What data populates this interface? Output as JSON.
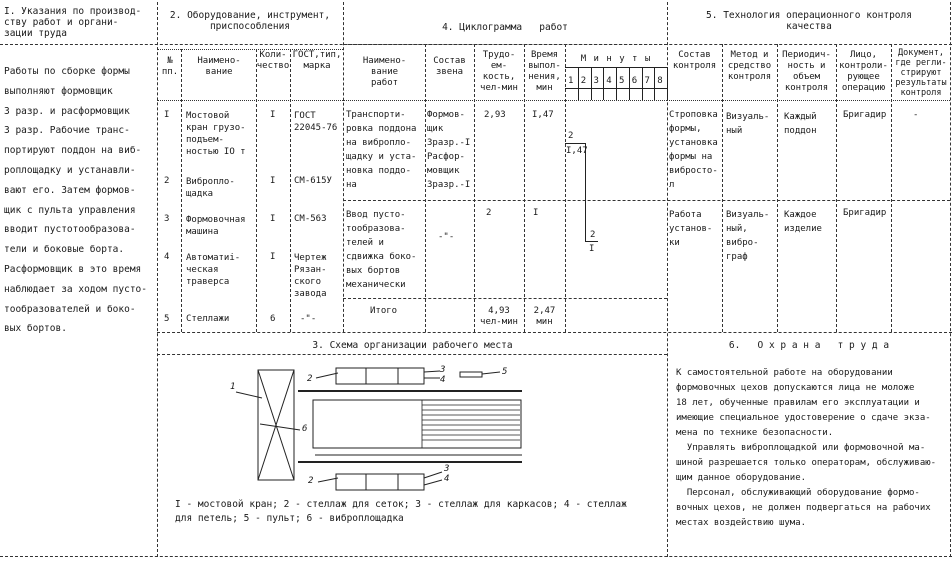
{
  "sec1": {
    "title": "I. Указания по производ-\nству работ и органи-\nзации труда",
    "body": "Работы по сборке формы\nвыполняют формовщик\n3 разр. и расформовщик\n3 разр. Рабочие транс-\nпортируют поддон на виб-\nроплощадку и устанавли-\nвают его. Затем формов-\nщик с пульта управления\nвводит пустотообразова-\nтели и боковые борта.\nРасформовщик в это время\nнаблюдает за ходом пусто-\nтообразователей и боко-\nвых бортов."
  },
  "sec2": {
    "title": "2. Оборудование, инструмент,\nприспособления",
    "headers": [
      "№\nпп.",
      "Наимено-\nвание",
      "Коли-\nчество",
      "ГОСТ,тип,\nмарка"
    ],
    "rows": [
      {
        "n": "I",
        "name": "Мостовой\nкран грузо-\nподъем-\nностью IO т",
        "qty": "I",
        "gost": "ГОСТ\n22045-76"
      },
      {
        "n": "2",
        "name": "Виброплo-\nщадка",
        "qty": "I",
        "gost": "СМ-615У"
      },
      {
        "n": "3",
        "name": "Формовочная\nмашина",
        "qty": "I",
        "gost": "СМ-563"
      },
      {
        "n": "4",
        "name": "Автоматиi-\nческая\nтраверса",
        "qty": "I",
        "gost": "Чертеж\nРязан-\nского\nзавода"
      },
      {
        "n": "5",
        "name": "Стеллажи",
        "qty": "6",
        "gost": "-\"-"
      }
    ]
  },
  "sec4": {
    "title": "4. Циклограмма   работ",
    "headers": [
      "Наимено-\nвание\nработ",
      "Состав\nзвена",
      "Трудо-\nем-\nкость,\nчел-мин",
      "Время\nвыпол-\nнения,\nмин"
    ],
    "minutes_label": "М и н у т ы",
    "minute_ticks": [
      "1",
      "2",
      "3",
      "4",
      "5",
      "6",
      "7",
      "8"
    ],
    "rows": [
      {
        "name": "Транспорти-\nровка поддона\nна вибропло-\nщадку и уста-\nновка поддо-\nна",
        "crew": "Формов-\nщик\n3разр.-I\nРасфор-\nмовщик\n3разр.-I",
        "labor": "2,93",
        "time": "I,47"
      },
      {
        "name": "Ввод пусто-\nтообразова-\nтелей и\nсдвижка боко-\nвых бортов\nмеханически",
        "crew": "-\"-",
        "labor": "2",
        "time": "I"
      }
    ],
    "bar1_top": "2",
    "bar1_bottom": "I,47",
    "bar2_top": "2",
    "bar2_bottom": "I",
    "total_label": "Итого",
    "total_labor": "4,93\nчел-мин",
    "total_time": "2,47\nмин"
  },
  "sec5": {
    "title": "5. Технология операционного контроля\nкачества",
    "headers": [
      "Состав\nконтроля",
      "Метод и\nсредство\nконтроля",
      "Периодич-\nность и\nобъем\nконтроля",
      "Лицо,\nконтроли-\nрующее\nоперацию",
      "Документ,\nгде регли-\nстрируют\nрезультаты\nконтроля"
    ],
    "rows": [
      {
        "comp": "Строповка\nформы,\nустановка\nформы на\nвибросто-\nл",
        "method": "Визуаль-\nный",
        "period": "Каждый\nподдон",
        "person": "Бригадир",
        "doc": "-"
      },
      {
        "comp": "Работа\nустанов-\nки",
        "method": "Визуаль-\nный,\nвибро-\nграф",
        "period": "Каждое\nизделие",
        "person": "Бригадир",
        "doc": ""
      }
    ]
  },
  "sec3": {
    "title": "3. Схема организации рабочего места",
    "labels": [
      "1",
      "2",
      "3",
      "4",
      "5",
      "6",
      "2",
      "3",
      "4"
    ],
    "legend": "I - мостовой кран; 2 - стеллаж для сеток; 3 - стеллаж для каркасов; 4 - стеллаж\nдля петель; 5 - пульт; 6 - виброплощадка"
  },
  "sec6": {
    "title": "6.   О х р а н а   т р у д а",
    "body": "К самостоятельной работе на оборудовании\nформовочных цехов допускаются лица не моложе\n18 лет, обученные правилам его эксплуатации и\nимеющие специальное удостоверение о сдаче экза-\nмена по технике безопасности.\n  Управлять виброплощадкой или формовочной ма-\nшиной разрешается только операторам, обслуживаю-\nщим данное оборудование.\n  Персонал, обслуживающий оборудование формо-\nвочных цехов, не должен подвергаться на рабочих\nместах воздействию шума."
  }
}
